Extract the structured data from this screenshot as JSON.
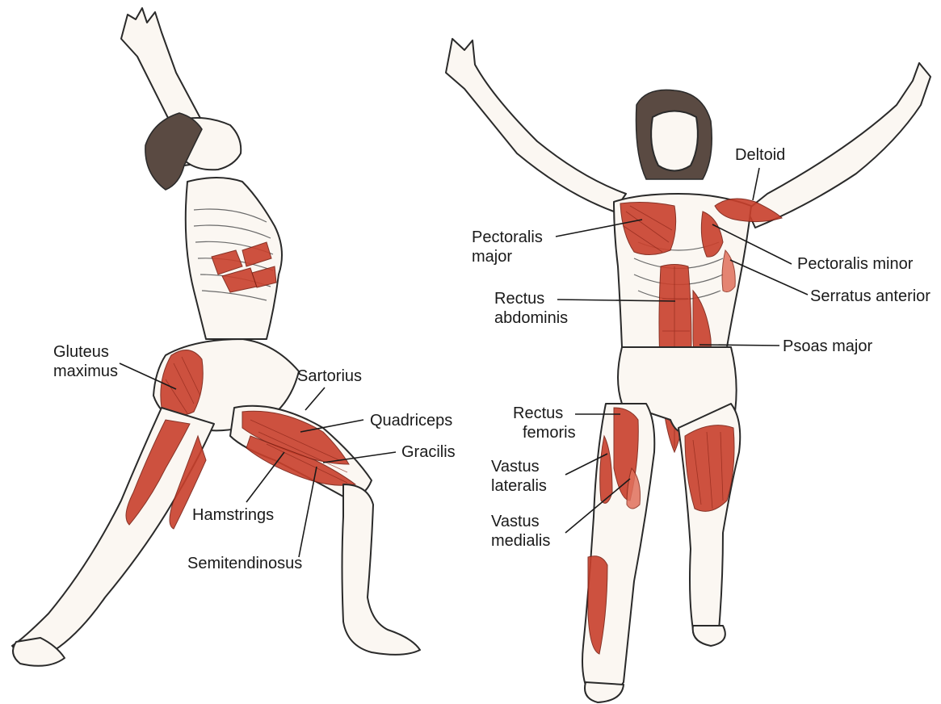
{
  "side_view": {
    "labels": {
      "gluteus_maximus": [
        "Gluteus",
        "maximus"
      ],
      "sartorius": "Sartorius",
      "quadriceps": "Quadriceps",
      "gracilis": "Gracilis",
      "hamstrings": "Hamstrings",
      "semitendinosus": "Semitendinosus"
    }
  },
  "front_view": {
    "labels": {
      "deltoid": "Deltoid",
      "pectoralis_major": [
        "Pectoralis",
        "major"
      ],
      "pectoralis_minor": "Pectoralis minor",
      "serratus_anterior": "Serratus anterior",
      "rectus_abdominis": [
        "Rectus",
        "abdominis"
      ],
      "psoas_major": "Psoas major",
      "rectus_femoris": [
        "Rectus",
        "femoris"
      ],
      "vastus_lateralis": [
        "Vastus",
        "lateralis"
      ],
      "vastus_medialis": [
        "Vastus",
        "medialis"
      ]
    }
  },
  "colors": {
    "muscle": "#c9402c",
    "outline": "#2a2a2a",
    "background": "#ffffff"
  }
}
